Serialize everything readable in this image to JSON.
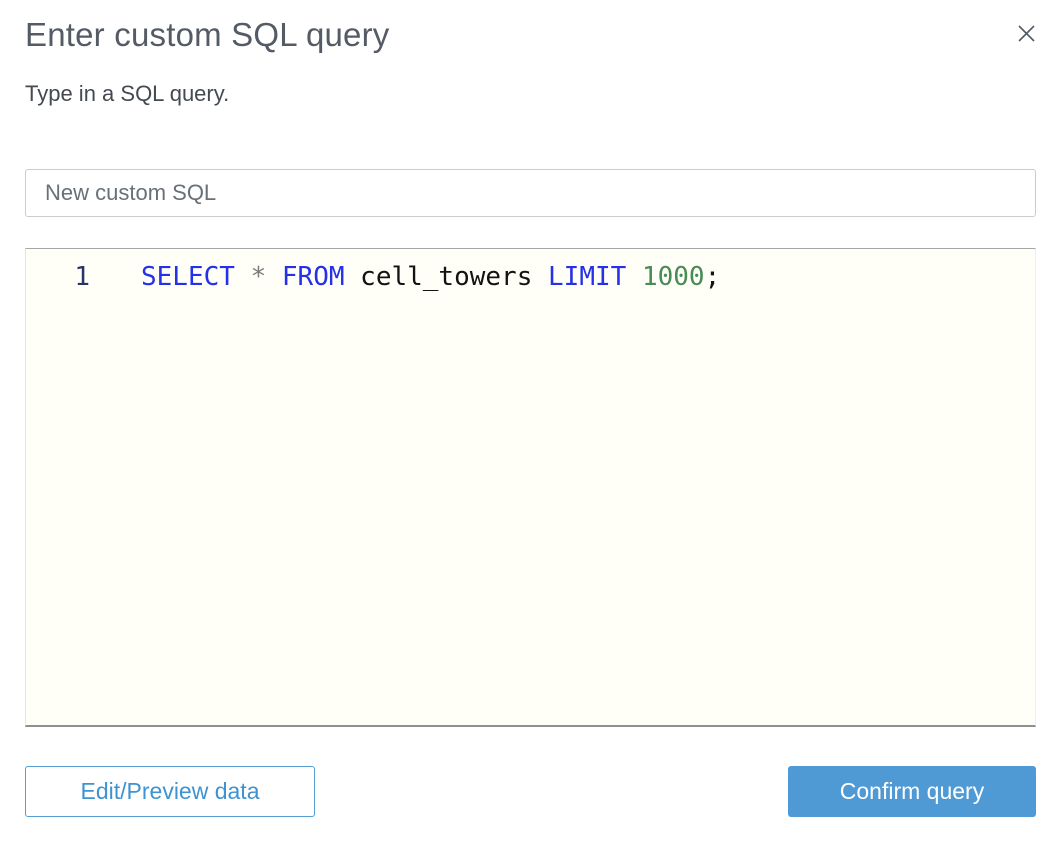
{
  "dialog": {
    "title": "Enter custom SQL query",
    "subtitle": "Type in a SQL query."
  },
  "icons": {
    "close": "✕"
  },
  "name_input": {
    "value": "New custom SQL"
  },
  "editor": {
    "line_number": "1",
    "query_text": "SELECT * FROM cell_towers LIMIT 1000;",
    "tokens": [
      {
        "text": "SELECT",
        "type": "keyword"
      },
      {
        "text": " ",
        "type": "plain"
      },
      {
        "text": "*",
        "type": "operator"
      },
      {
        "text": " ",
        "type": "plain"
      },
      {
        "text": "FROM",
        "type": "keyword"
      },
      {
        "text": " cell_towers ",
        "type": "plain"
      },
      {
        "text": "LIMIT",
        "type": "keyword"
      },
      {
        "text": " ",
        "type": "plain"
      },
      {
        "text": "1000",
        "type": "number"
      },
      {
        "text": ";",
        "type": "plain"
      }
    ]
  },
  "buttons": {
    "edit_preview": "Edit/Preview data",
    "confirm": "Confirm query"
  },
  "colors": {
    "title_gray": "#545b64",
    "keyword_blue": "#2431e8",
    "number_green": "#478c56",
    "line_number_navy": "#263469",
    "editor_background": "#fffef7",
    "accent_blue": "#4f9ad4"
  }
}
